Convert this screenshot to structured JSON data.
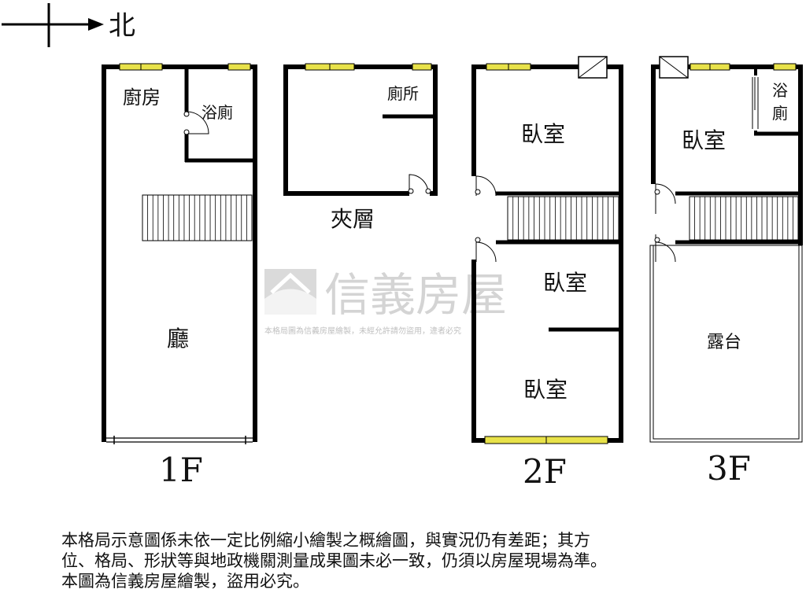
{
  "compass": {
    "label": "北"
  },
  "watermark": {
    "brand": "信義房屋",
    "notice": "本格局圖為信義房屋繪製，未經允許請勿盜用，違者必究"
  },
  "floors": {
    "f1": {
      "label": "1F",
      "rooms": {
        "kitchen": "廚房",
        "bath": "浴廁",
        "living": "廳"
      }
    },
    "mezz": {
      "label": "夾層",
      "rooms": {
        "toilet": "廁所"
      }
    },
    "f2": {
      "label": "2F",
      "rooms": {
        "bedroom_a": "臥室",
        "bedroom_b": "臥室",
        "bedroom_c": "臥室"
      }
    },
    "f3": {
      "label": "3F",
      "rooms": {
        "bedroom": "臥室",
        "bath_line1": "浴",
        "bath_line2": "廁",
        "terrace": "露台"
      }
    }
  },
  "disclaimer": {
    "line1": "本格局示意圖係未依一定比例縮小繪製之概繪圖，與實況仍有差距；其方",
    "line2": "位、格局、形狀等與地政機關測量成果圖未必一致，仍須以房屋現場為準。",
    "line3": "本圖為信義房屋繪製，盜用必究。"
  },
  "colors": {
    "wall": "#000000",
    "window": "#e8e24a",
    "watermark": "#b9b9b9"
  }
}
